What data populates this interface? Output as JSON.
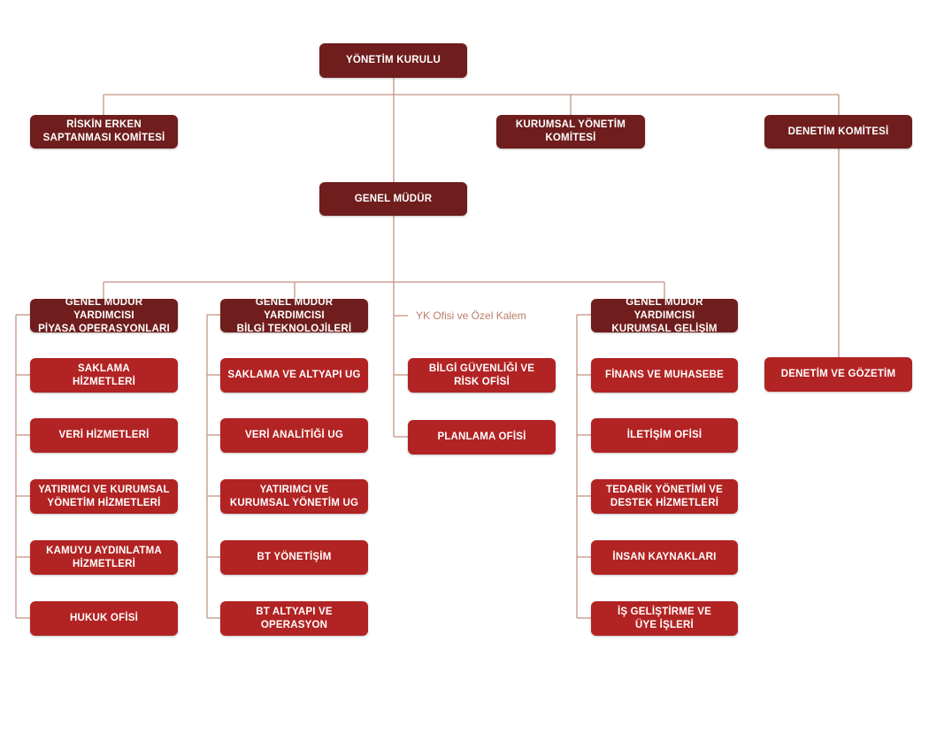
{
  "colors": {
    "dark_box": "#6f1d1d",
    "bright_box": "#b22323",
    "connector": "#c29484",
    "note_text": "#b97d6a"
  },
  "nodes": {
    "yonetim_kurulu": "YÖNETİM KURULU",
    "riskin_erken": "RİSKİN ERKEN\nSAPTANMASI KOMİTESİ",
    "kurumsal_yonetim_komitesi": "KURUMSAL YÖNETİM\nKOMİTESİ",
    "denetim_komitesi": "DENETİM KOMİTESİ",
    "genel_mudur": "GENEL MÜDÜR",
    "gmy_piyasa": "GENEL MÜDÜR YARDIMCISI\nPİYASA OPERASYONLARI",
    "gmy_bilgi": "GENEL MÜDÜR YARDIMCISI\nBİLGİ TEKNOLOJİLERİ",
    "yk_ofisi": "YK Ofisi ve Özel Kalem",
    "gmy_kurumsal": "GENEL MÜDÜR YARDIMCISI\nKURUMSAL GELİŞİM",
    "denetim_gozetim": "DENETİM VE GÖZETİM",
    "saklama_hizmetleri": "SAKLAMA\nHİZMETLERİ",
    "veri_hizmetleri": "VERİ HİZMETLERİ",
    "yatirimci_hizmetleri": "YATIRIMCI VE KURUMSAL\nYÖNETİM HİZMETLERİ",
    "kamuyu_aydinlatma": "KAMUYU AYDINLATMA\nHİZMETLERİ",
    "hukuk_ofisi": "HUKUK OFİSİ",
    "saklama_altyapi": "SAKLAMA VE ALTYAPI UG",
    "veri_analitigi": "VERİ ANALİTİĞİ UG",
    "yatirimci_ug": "YATIRIMCI VE\nKURUMSAL YÖNETİM UG",
    "bt_yonetisim": "BT YÖNETİŞİM",
    "bt_altyapi": "BT ALTYAPI VE\nOPERASYON",
    "bilgi_guvenligi": "BİLGİ GÜVENLİĞİ VE\nRİSK OFİSİ",
    "planlama_ofisi": "PLANLAMA OFİSİ",
    "finans_muhasebe": "FİNANS VE MUHASEBE",
    "iletisim_ofisi": "İLETİŞİM OFİSİ",
    "tedarik_yonetimi": "TEDARİK YÖNETİMİ VE\nDESTEK HİZMETLERİ",
    "insan_kaynaklari": "İNSAN KAYNAKLARI",
    "is_gelistirme": "İŞ GELİŞTİRME VE\nÜYE İŞLERİ"
  }
}
